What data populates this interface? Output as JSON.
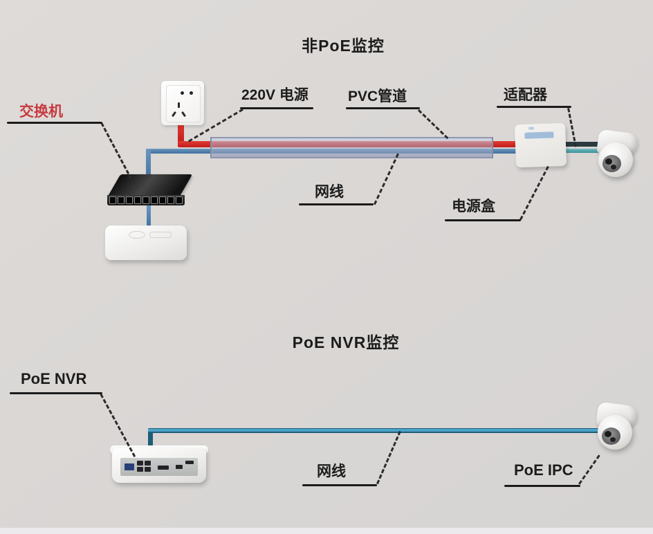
{
  "colors": {
    "background": "#dad7d5",
    "switch_label_text": "#c63a3e",
    "label_text": "#1c1c1c",
    "power_cable": "#d42524",
    "lan_cable_top": "#4a7fae",
    "lan_cable_bottom": "#4aa3c8",
    "pvc_pipe": "#a8b0ca",
    "camera_power_cable": "#2b3a40",
    "camera_lan_cable": "#4f9fa8"
  },
  "top_diagram": {
    "title": "非PoE监控",
    "labels": {
      "switch": "交换机",
      "power": "220V 电源",
      "pipe": "PVC管道",
      "adapter": "适配器",
      "cable": "网线",
      "power_box": "电源盒"
    }
  },
  "bottom_diagram": {
    "title": "PoE NVR监控",
    "labels": {
      "nvr": "PoE NVR",
      "cable": "网线",
      "ipc": "PoE IPC"
    }
  }
}
